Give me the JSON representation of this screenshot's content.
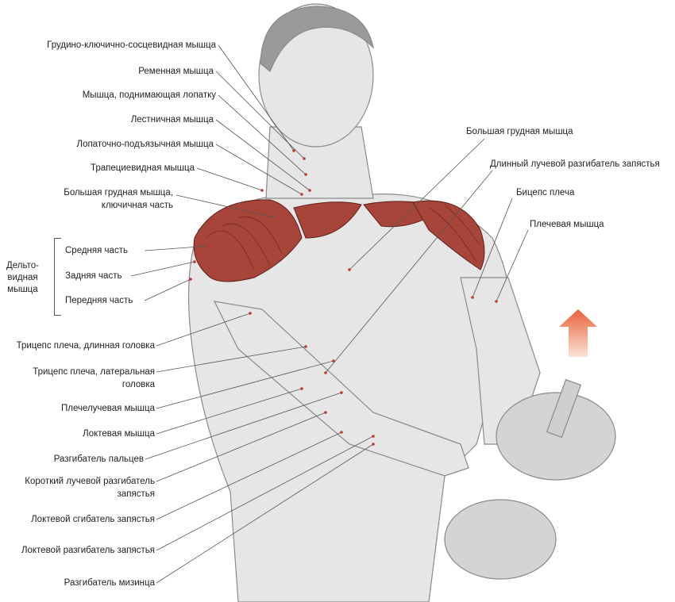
{
  "left_labels": [
    {
      "text": "Грудино-ключично-сосцевидная мышца"
    },
    {
      "text": "Ременная мышца"
    },
    {
      "text": "Мышца, поднимающая лопатку"
    },
    {
      "text": "Лестничная мышца"
    },
    {
      "text": "Лопаточно-подъязычная мышца"
    },
    {
      "text": "Трапециевидная мышца"
    },
    {
      "text": "Большая грудная мышца,",
      "text2": "ключичная часть"
    },
    {
      "text": "Трицепс плеча, длинная головка"
    },
    {
      "text": "Трицепс плеча, латеральная",
      "text2": "головка"
    },
    {
      "text": "Плечелучевая мышца"
    },
    {
      "text": "Локтевая мышца"
    },
    {
      "text": "Разгибатель пальцев"
    },
    {
      "text": "Короткий лучевой разгибатель",
      "text2": "запястья"
    },
    {
      "text": "Локтевой сгибатель запястья"
    },
    {
      "text": "Локтевой разгибатель запястья"
    },
    {
      "text": "Разгибатель мизинца"
    }
  ],
  "deltoid": {
    "group_label": "Дельто-\nвидная\nмышца",
    "parts": [
      "Средняя часть",
      "Задняя часть",
      "Передняя часть"
    ]
  },
  "right_labels": [
    {
      "text": "Большая грудная мышца"
    },
    {
      "text": "Длинный лучевой разгибатель запястья"
    },
    {
      "text": "Бицепс плеча"
    },
    {
      "text": "Плечевая мышца"
    }
  ],
  "colors": {
    "muscle_highlight": "#a8453a",
    "arrow": "#e8714a",
    "body": "#e4e4e4",
    "line": "#555555"
  }
}
